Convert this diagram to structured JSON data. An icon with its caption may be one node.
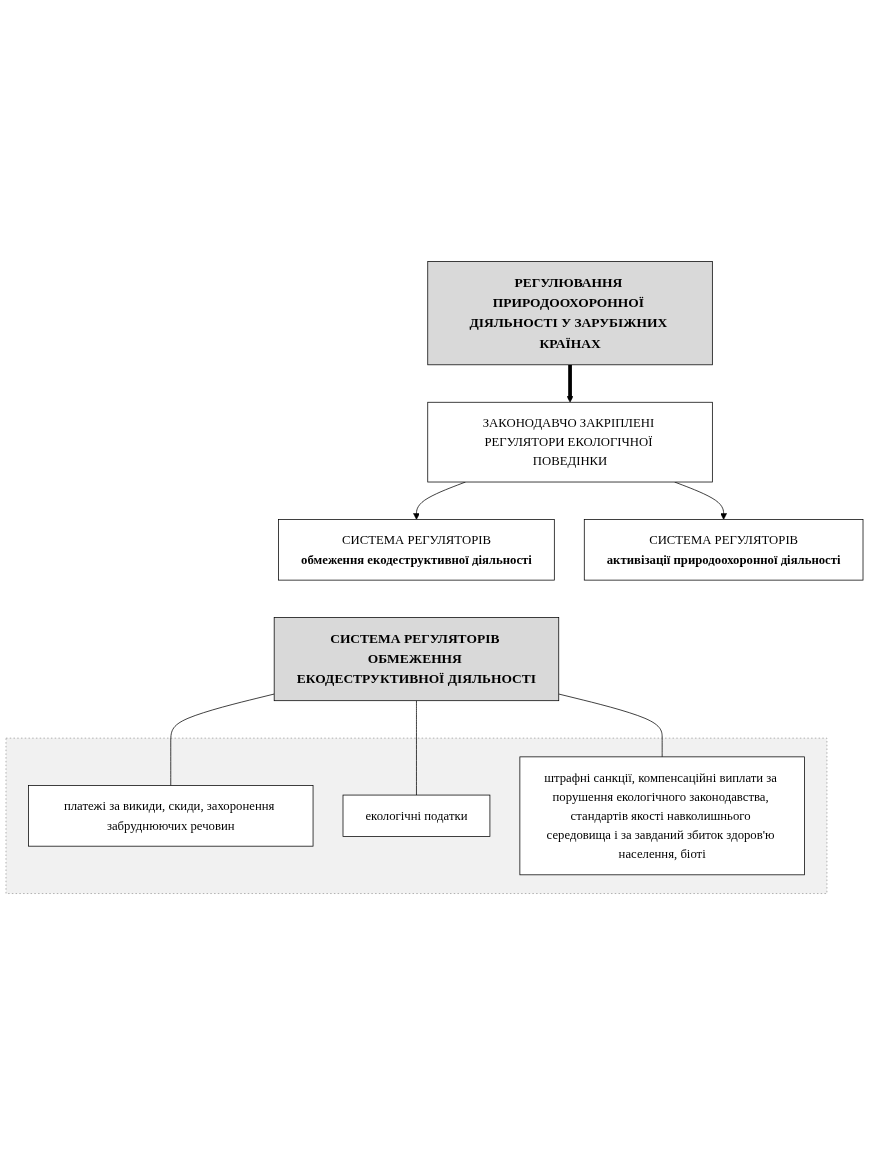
{
  "diagram": {
    "nodes": [
      {
        "text": [
          "РЕГУЛЮВАННЯ ПРИРОДООХОРОННОЇ ДІЯЛЬНОСТІ У ЗАРУБІЖНИХ КРАЇНАХ"
        ]
      },
      {
        "text": [
          "ЗАКОНОДАВЧО ЗАКРІПЛЕНІ РЕГУЛЯТОРИ ЕКОЛОГІЧНОЇ ПОВЕДІНКИ"
        ]
      },
      {
        "text": [
          "СИСТЕМА РЕГУЛЯТОРІВ",
          "обмеження екодеструктивної діяльності"
        ]
      },
      {
        "text": [
          "СИСТЕМА РЕГУЛЯТОРІВ",
          "активізації природоохоронної діяльності"
        ]
      },
      {
        "text": [
          "СИСТЕМА РЕГУЛЯТОРІВ ОБМЕЖЕННЯ ЕКОДЕСТРУКТИВНОЇ ДІЯЛЬНОСТІ"
        ]
      },
      {
        "text": [],
        "shape": "box"
      },
      {
        "text": [
          "платежі за викиди, скиди, захоронення забруднюючих речовин"
        ],
        "in": 5
      },
      {
        "text": [
          "екологічні податки"
        ],
        "in": 5
      },
      {
        "text": [
          "штрафні санкції, компенсаційні виплати за порушення екологічного законодавства, стандартів якості навколишнього середовища і за завданий збиток здоров'ю населення, біоті"
        ],
        "in": 5
      }
    ],
    "edges": [
      {
        "from": 0,
        "to": 1,
        "arrow": "to",
        "style": "thick"
      },
      {
        "from": 1,
        "to": 2,
        "arrow": "to"
      },
      {
        "from": 1,
        "to": 3,
        "arrow": "to"
      },
      {
        "from": 4,
        "to": 6,
        "arrow": "none"
      },
      {
        "from": 4,
        "to": 7,
        "arrow": "none"
      },
      {
        "from": 4,
        "to": 8,
        "arrow": "none"
      }
    ]
  }
}
